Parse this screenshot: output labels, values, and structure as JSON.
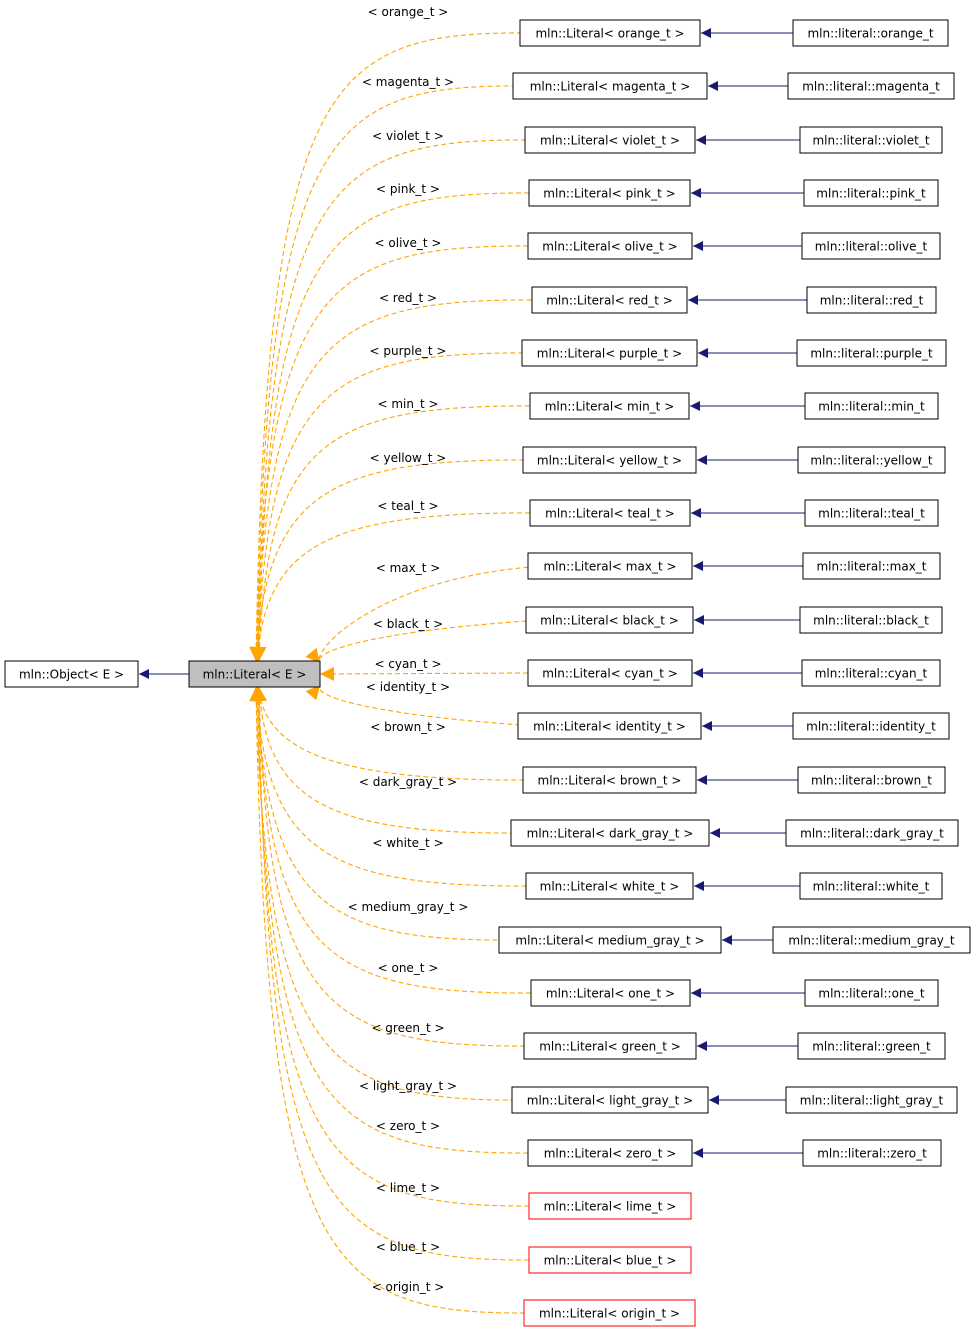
{
  "diagram": {
    "root": {
      "label": "mln::Literal< E >"
    },
    "base": {
      "label": "mln::Object< E >"
    },
    "colors": {
      "template_edge": "#ffa500",
      "inherit_edge": "#191970",
      "missing_box": "#ff0000",
      "root_fill": "#bfbfbf"
    },
    "instantiations": [
      {
        "arg": "< orange_t >",
        "template": "mln::Literal< orange_t >",
        "derived": "mln::literal::orange_t"
      },
      {
        "arg": "< magenta_t >",
        "template": "mln::Literal< magenta_t >",
        "derived": "mln::literal::magenta_t"
      },
      {
        "arg": "< violet_t >",
        "template": "mln::Literal< violet_t >",
        "derived": "mln::literal::violet_t"
      },
      {
        "arg": "< pink_t >",
        "template": "mln::Literal< pink_t >",
        "derived": "mln::literal::pink_t"
      },
      {
        "arg": "< olive_t >",
        "template": "mln::Literal< olive_t >",
        "derived": "mln::literal::olive_t"
      },
      {
        "arg": "< red_t >",
        "template": "mln::Literal< red_t >",
        "derived": "mln::literal::red_t"
      },
      {
        "arg": "< purple_t >",
        "template": "mln::Literal< purple_t >",
        "derived": "mln::literal::purple_t"
      },
      {
        "arg": "< min_t >",
        "template": "mln::Literal< min_t >",
        "derived": "mln::literal::min_t"
      },
      {
        "arg": "< yellow_t >",
        "template": "mln::Literal< yellow_t >",
        "derived": "mln::literal::yellow_t"
      },
      {
        "arg": "< teal_t >",
        "template": "mln::Literal< teal_t >",
        "derived": "mln::literal::teal_t"
      },
      {
        "arg": "< max_t >",
        "template": "mln::Literal< max_t >",
        "derived": "mln::literal::max_t"
      },
      {
        "arg": "< black_t >",
        "template": "mln::Literal< black_t >",
        "derived": "mln::literal::black_t"
      },
      {
        "arg": "< cyan_t >",
        "template": "mln::Literal< cyan_t >",
        "derived": "mln::literal::cyan_t"
      },
      {
        "arg": "< identity_t >",
        "template": "mln::Literal< identity_t >",
        "derived": "mln::literal::identity_t"
      },
      {
        "arg": "< brown_t >",
        "template": "mln::Literal< brown_t >",
        "derived": "mln::literal::brown_t"
      },
      {
        "arg": "< dark_gray_t >",
        "template": "mln::Literal< dark_gray_t >",
        "derived": "mln::literal::dark_gray_t"
      },
      {
        "arg": "< white_t >",
        "template": "mln::Literal< white_t >",
        "derived": "mln::literal::white_t"
      },
      {
        "arg": "< medium_gray_t >",
        "template": "mln::Literal< medium_gray_t >",
        "derived": "mln::literal::medium_gray_t"
      },
      {
        "arg": "< one_t >",
        "template": "mln::Literal< one_t >",
        "derived": "mln::literal::one_t"
      },
      {
        "arg": "< green_t >",
        "template": "mln::Literal< green_t >",
        "derived": "mln::literal::green_t"
      },
      {
        "arg": "< light_gray_t >",
        "template": "mln::Literal< light_gray_t >",
        "derived": "mln::literal::light_gray_t"
      },
      {
        "arg": "< zero_t >",
        "template": "mln::Literal< zero_t >",
        "derived": "mln::literal::zero_t"
      },
      {
        "arg": "< lime_t >",
        "template": "mln::Literal< lime_t >",
        "derived": null
      },
      {
        "arg": "< blue_t >",
        "template": "mln::Literal< blue_t >",
        "derived": null
      },
      {
        "arg": "< origin_t >",
        "template": "mln::Literal< origin_t >",
        "derived": null
      }
    ]
  }
}
